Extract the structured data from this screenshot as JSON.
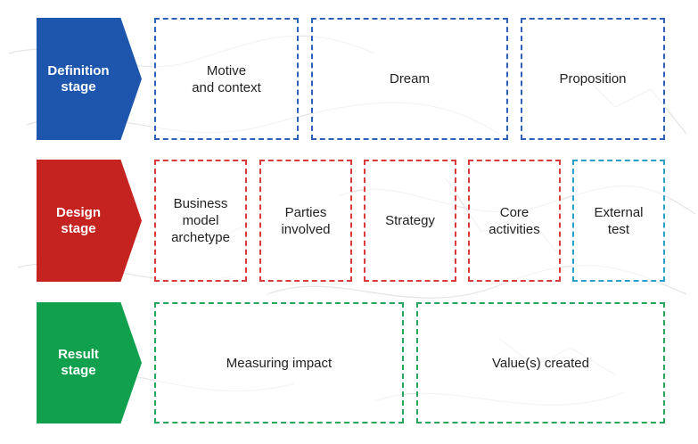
{
  "colors": {
    "definition": "#1e56ad",
    "design": "#c4231f",
    "result": "#10a04e",
    "box_blue": "#2f5fb7",
    "box_red": "#d93a3a",
    "box_cyan": "#2aa0c9",
    "box_green": "#27a55a"
  },
  "stages": [
    {
      "label": "Definition\nstage",
      "boxes": [
        "Motive\nand context",
        "Dream",
        "Proposition"
      ]
    },
    {
      "label": "Design\nstage",
      "boxes": [
        "Business\nmodel\narchetype",
        "Parties\ninvolved",
        "Strategy",
        "Core\nactivities",
        "External\ntest"
      ]
    },
    {
      "label": "Result\nstage",
      "boxes": [
        "Measuring impact",
        "Value(s) created"
      ]
    }
  ]
}
